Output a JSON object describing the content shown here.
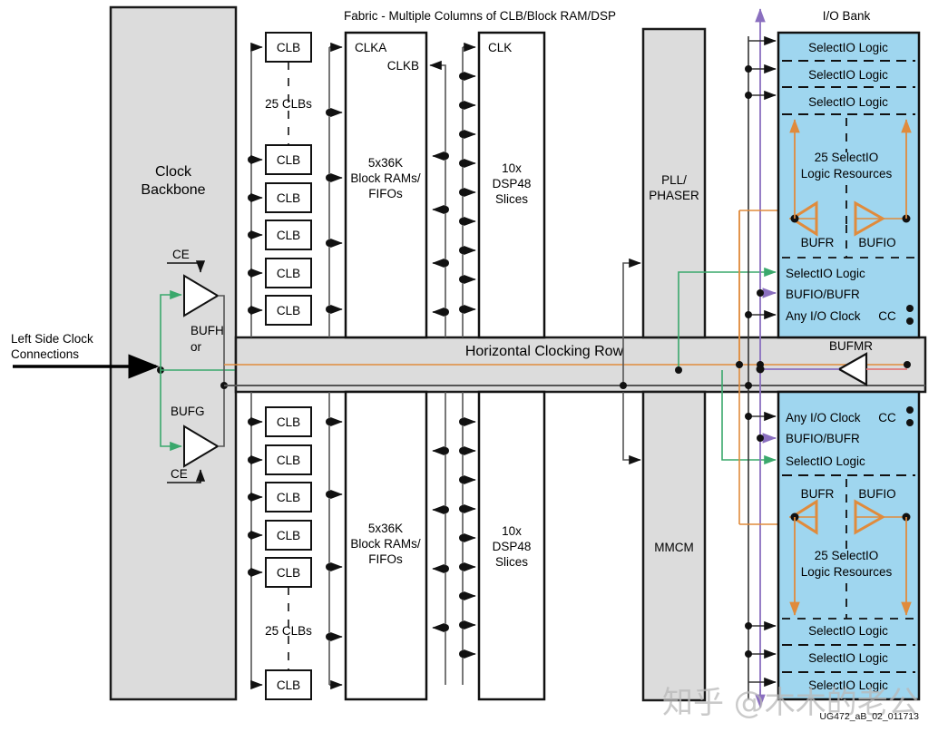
{
  "figure": {
    "footer_id": "UG472_aB_02_011713",
    "watermark": "知乎 @木木的老公"
  },
  "labels": {
    "fabric_title": "Fabric - Multiple Columns of CLB/Block RAM/DSP",
    "io_bank_title": "I/O Bank",
    "clock_backbone_l1": "Clock",
    "clock_backbone_l2": "Backbone",
    "left_side_l1": "Left Side Clock",
    "left_side_l2": "Connections",
    "hcr": "Horizontal Clocking Row",
    "bufmr": "BUFMR",
    "bufh": "BUFH",
    "or": "or",
    "bufg": "BUFG",
    "ce_top": "CE",
    "ce_bottom": "CE",
    "clb": "CLB",
    "clb_count_top": "25 CLBs",
    "clb_count_bottom": "25 CLBs",
    "clka": "CLKA",
    "clkb": "CLKB",
    "clk": "CLK",
    "bram_l1": "5x36K",
    "bram_l2": "Block RAMs/",
    "bram_l3": "FIFOs",
    "dsp_l1": "10x",
    "dsp_l2": "DSP48",
    "dsp_l3": "Slices",
    "pll_l1": "PLL/",
    "pll_l2": "PHASER",
    "mmcm": "MMCM",
    "selectio_logic": "SelectIO Logic",
    "bufio_bufr": "BUFIO/BUFR",
    "any_io_clock": "Any I/O Clock",
    "cc": "CC",
    "bufr": "BUFR",
    "bufio": "BUFIO",
    "resources_l1": "25 SelectIO",
    "resources_l2": "Logic Resources"
  },
  "colors": {
    "block_fill": "#dcdcdc",
    "block_stroke": "#1a1a1a",
    "iobank_fill": "#9fd6ef",
    "orange": "#e08b3c",
    "green": "#3aa86c",
    "purple": "#8a6fbf",
    "red": "#e07b7b",
    "gray_line": "#555555",
    "white": "#ffffff"
  },
  "top_bank": {
    "upper_rows": [
      "SelectIO Logic",
      "SelectIO Logic",
      "SelectIO Logic"
    ],
    "lower_rows": [
      "SelectIO Logic",
      "BUFIO/BUFR",
      "Any I/O Clock"
    ],
    "buffers": [
      "BUFR",
      "BUFIO"
    ],
    "resources": [
      "25 SelectIO",
      "Logic Resources"
    ],
    "cc_label": "CC"
  },
  "bottom_bank": {
    "upper_rows": [
      "Any I/O Clock",
      "BUFIO/BUFR",
      "SelectIO Logic"
    ],
    "lower_rows": [
      "SelectIO Logic",
      "SelectIO Logic",
      "SelectIO Logic"
    ],
    "buffers": [
      "BUFR",
      "BUFIO"
    ],
    "resources": [
      "25 SelectIO",
      "Logic Resources"
    ],
    "cc_label": "CC"
  },
  "clb_top_column": [
    "CLB",
    "CLB",
    "CLB",
    "CLB",
    "CLB",
    "CLB"
  ],
  "clb_bottom_column": [
    "CLB",
    "CLB",
    "CLB",
    "CLB",
    "CLB",
    "CLB"
  ]
}
